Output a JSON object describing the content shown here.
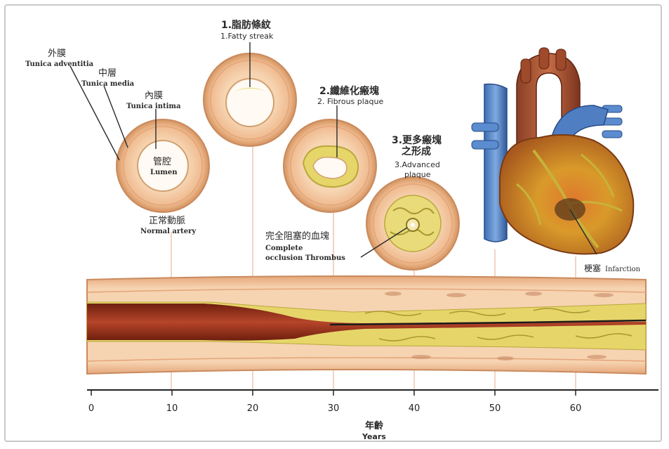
{
  "labels": {
    "adventitia_zh": "外膜",
    "adventitia_en": "Tunica adventitia",
    "media_zh": "中層",
    "media_en": "Tunica media",
    "intima_zh": "內膜",
    "intima_en": "Tunica intima",
    "lumen_zh": "管腔",
    "lumen_en": "Lumen",
    "normal_zh": "正常動脈",
    "normal_en": "Normal artery",
    "stage1_zh": "1.脂肪條紋",
    "stage1_en": "1.Fatty streak",
    "stage2_zh": "2.纖維化瘢塊",
    "stage2_en": "2. Fibrous plaque",
    "stage3_zh1": "3.更多瘢塊",
    "stage3_zh2": "之形成",
    "stage3_en1": "3.Advanced",
    "stage3_en2": "plaque",
    "thrombus_zh": "完全阻塞的血塊",
    "thrombus_en1": "Complete",
    "thrombus_en2": "occlusion Thrombus",
    "infarction_zh": "梗塞",
    "infarction_en": "Infarction"
  },
  "axis": {
    "ticks": [
      "0",
      "10",
      "20",
      "30",
      "40",
      "50",
      "60"
    ],
    "label_zh": "年齡",
    "label_en": "Years"
  },
  "colors": {
    "artery_wall": "#f2c49b",
    "artery_outline": "#c98a5e",
    "plaque": "#e6d66a",
    "blood": "#8a2a14",
    "leader": "#2b2b2b",
    "guide": "#e8b79a"
  }
}
